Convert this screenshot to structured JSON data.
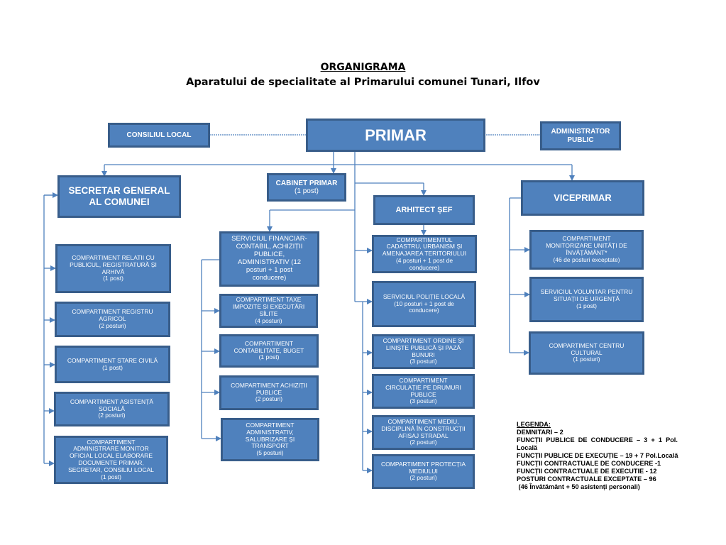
{
  "header": {
    "title": "ORGANIGRAMA",
    "subtitle": "Aparatului de specialitate al Primarului comunei Tunari, Ilfov"
  },
  "colors": {
    "box_fill": "#4F81BD",
    "box_border": "#385D8A",
    "connector": "#4F81BD",
    "text": "#FFFFFF"
  },
  "top": {
    "consiliu": "CONSILIUL LOCAL",
    "primar": "PRIMAR",
    "administrator": [
      "ADMINISTRATOR",
      "PUBLIC"
    ]
  },
  "secretar": {
    "head": [
      "SECRETAR GENERAL",
      "AL COMUNEI"
    ],
    "items": [
      [
        "COMPARTIMENT RELATII CU",
        "PUBLICUL, REGISTRATURĂ ȘI",
        "ARHIVĂ",
        "(1 post)"
      ],
      [
        "COMPARTIMENT REGISTRU",
        "AGRICOL",
        "(2 posturi)"
      ],
      [
        "COMPARTIMENT STARE CIVILĂ",
        "(1 post)"
      ],
      [
        "COMPARTIMENT ASISTENȚĂ",
        "SOCIALĂ",
        "(2 posturi)"
      ],
      [
        "COMPARTIMENT",
        "ADMINISTRARE MONITOR",
        "OFICIAL LOCAL  ELABORARE",
        "DOCUMENTE PRIMAR,",
        "SECRETAR, CONSILIU LOCAL",
        "(1 post)"
      ]
    ]
  },
  "cabinet": [
    "CABINET PRIMAR",
    "(1 post)"
  ],
  "financiar": {
    "head": [
      "SERVICIUL FINANCIAR-",
      "CONTABIL, ACHIZIȚII",
      "PUBLICE,",
      "ADMINISTRATIV (12",
      "posturi + 1 post",
      "conducere)"
    ],
    "items": [
      [
        "COMPARTIMENT TAXE",
        "IMPOZITE SI EXECUTĂRI",
        "SÍLITE",
        "(4 posturi)"
      ],
      [
        "COMPARTIMENT",
        "CONTABILITATE, BUGET",
        "(1 post)"
      ],
      [
        "COMPARTIMENT ACHIZIȚII",
        "PUBLICE",
        "(2 posturi)"
      ],
      [
        "COMPARTIMENT",
        "ADMINISTRATIV,",
        "SALUBRIZARE ȘI",
        "TRANSPORT",
        "(5 posturi)"
      ]
    ]
  },
  "arhitect": {
    "head": "ARHITECT ȘEF",
    "items": [
      [
        "COMPARTIMENTUL",
        "CADASTRU, URBANISM ȘI",
        "AMENAJAREA TERITORIULUI",
        "(4 posturi + 1 post de",
        "conducere)"
      ],
      [
        "SERVICIUL POLIȚIE LOCALĂ",
        "(10 posturi + 1 post de",
        "conducere)"
      ],
      [
        "COMPARTIMENT ORDINE ȘI",
        "LINIȘTE PUBLICĂ ȘI PAZĂ",
        "BUNURI",
        "(3 posturi)"
      ],
      [
        "COMPARTIMENT",
        "CIRCULAȚIE PE DRUMURI",
        "PUBLICE",
        "(3 posturi)"
      ],
      [
        "COMPARTIMENT MEDIU,",
        "DISCIPLINĂ ÎN CONSTRUCȚII",
        "AFISAJ STRADAL",
        "(2 posturi)"
      ],
      [
        "COMPARTIMENT PROTECȚIA",
        "MEDIULUI",
        "(2 posturi)"
      ]
    ]
  },
  "viceprimar": {
    "head": "VICEPRIMAR",
    "items": [
      [
        "COMPARTIMENT",
        "MONITORIZARE UNITĂȚI DE",
        "ÎNVĂȚĂMÂNT*",
        "(46 de posturi exceptate)"
      ],
      [
        "SERVICIUL VOLUNTAR PENTRU",
        "SITUAȚII DE URGENȚĂ",
        "(1 post)"
      ],
      [
        "COMPARTIMENT CENTRU",
        "CULTURAL",
        "(1 posturi)"
      ]
    ]
  },
  "legend": {
    "title": "LEGENDA:",
    "lines": [
      "DEMNITARI – 2",
      "FUNCȚII  PUBLICE  DE  CONDUCERE  –  3  +  1  Pol.",
      "Locală",
      "FUNCȚII PUBLICE DE EXECUȚIE – 19 + 7 Pol.Locală",
      "FUNCȚII CONTRACTUALE DE CONDUCERE -1",
      "FUNCȚII CONTRACTUALE DE EXECUTIE - 12",
      "POSTURI CONTRACTUALE EXCEPTATE – 96",
      " (46 Învâtământ + 50 asistenți personali)"
    ]
  }
}
